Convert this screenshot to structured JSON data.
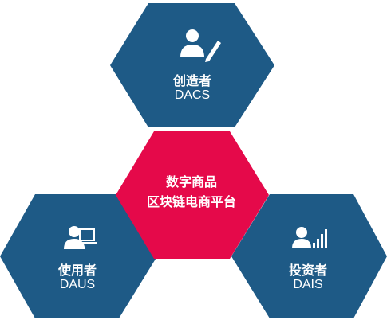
{
  "center": {
    "line1": "数字商品",
    "line2": "区块链电商平台",
    "color": "#e5094a"
  },
  "creator": {
    "title_cn": "创造者",
    "title_en": "DACS",
    "icon": "person-with-pen-icon",
    "color": "#1e5a86"
  },
  "user": {
    "title_cn": "使用者",
    "title_en": "DAUS",
    "icon": "person-at-laptop-icon",
    "color": "#1e5a86"
  },
  "investor": {
    "title_cn": "投资者",
    "title_en": "DAIS",
    "icon": "person-with-bar-chart-icon",
    "color": "#1e5a86"
  }
}
